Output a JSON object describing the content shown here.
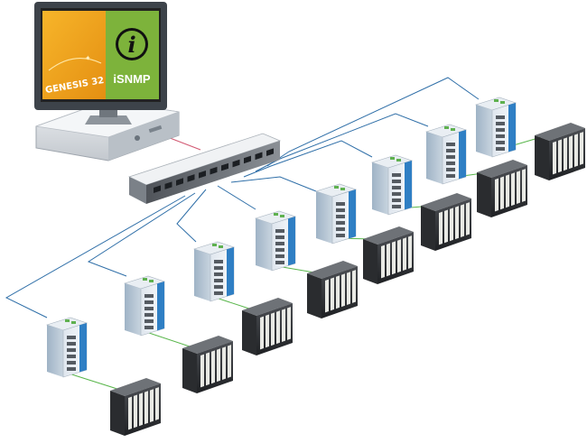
{
  "monitor": {
    "left_brand": "GENESIS 32",
    "right_brand": "iSNMP",
    "info_glyph": "i"
  },
  "colors": {
    "blue_link": "#2f6fa8",
    "green_link": "#59b64b",
    "pink_link": "#d25a73",
    "screen_left_bg": "#f3a51a",
    "screen_right_bg": "#7db33b"
  },
  "icons": [
    "computer-icon",
    "rack-switch-icon",
    "industrial-switch-icon",
    "plc-rack-icon"
  ]
}
